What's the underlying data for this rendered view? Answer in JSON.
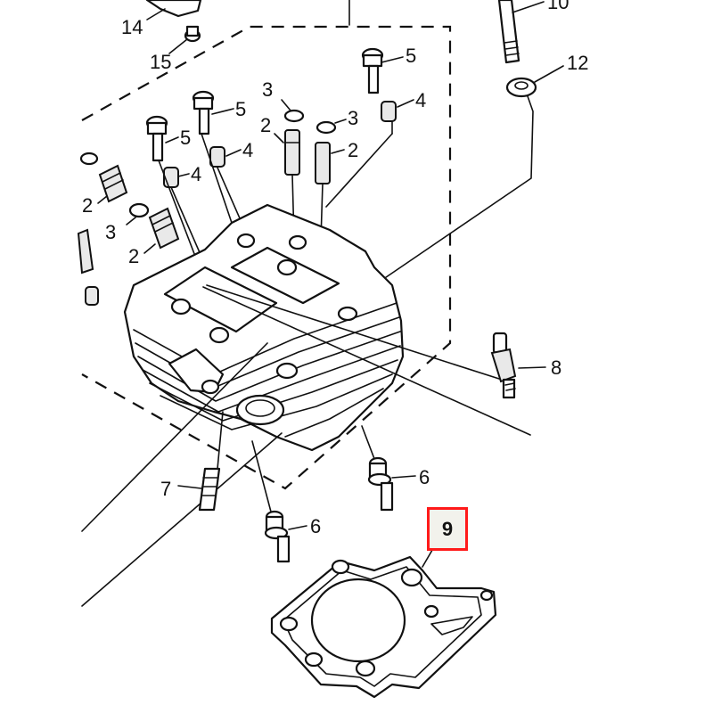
{
  "labels": {
    "p14": "14",
    "p15": "15",
    "p10": "10",
    "p12": "12",
    "p5a": "5",
    "p5b": "5",
    "p5c": "5",
    "p3a": "3",
    "p3b": "3",
    "p3c": "3",
    "p4a": "4",
    "p4b": "4",
    "p4c": "4",
    "p2a": "2",
    "p2b": "2",
    "p2c": "2",
    "p2d": "2",
    "p8": "8",
    "p7": "7",
    "p6a": "6",
    "p6b": "6",
    "p9": "9"
  },
  "highlight_color": "#ff1a1a"
}
